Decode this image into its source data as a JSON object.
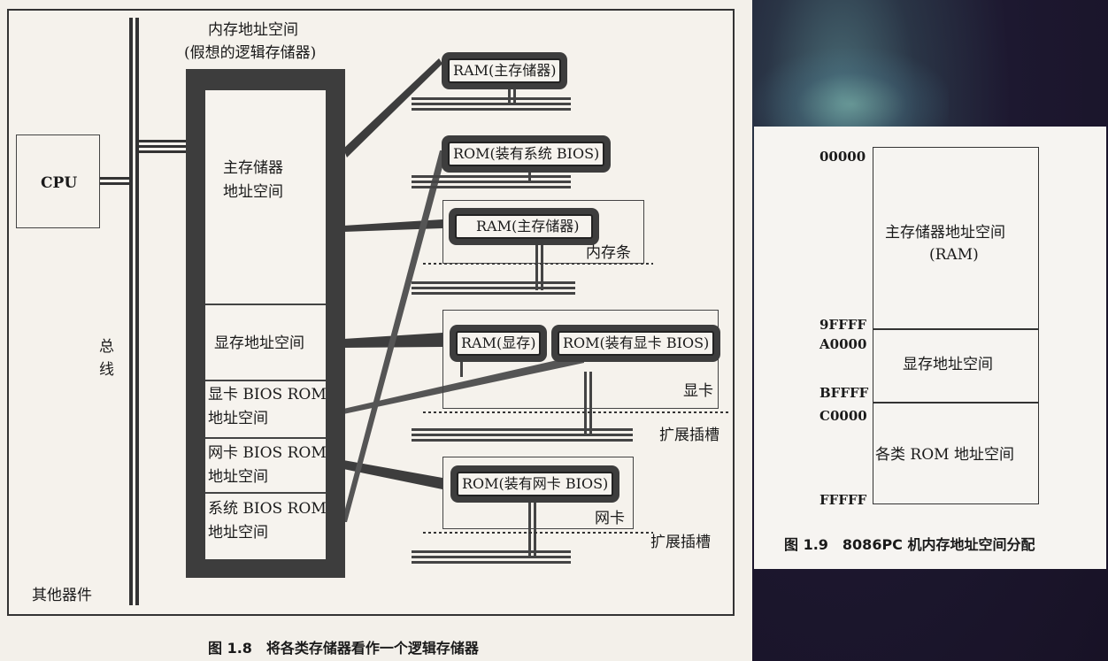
{
  "fig8": {
    "cpu": "CPU",
    "bus_label_1": "总",
    "bus_label_2": "线",
    "other": "其他器件",
    "space_title_1": "内存地址空间",
    "space_title_2": "(假想的逻辑存储器)",
    "seg_main_1": "主存储器",
    "seg_main_2": "地址空间",
    "seg_video": "显存地址空间",
    "seg_vbios_1": "显卡 BIOS ROM",
    "seg_vbios_2": "地址空间",
    "seg_nbios_1": "网卡 BIOS ROM",
    "seg_nbios_2": "地址空间",
    "seg_sbios_1": "系统 BIOS ROM",
    "seg_sbios_2": "地址空间",
    "chip_ram_main": "RAM(主存储器)",
    "chip_rom_sys": "ROM(装有系统 BIOS)",
    "chip_ram_module": "RAM(主存储器)",
    "label_module": "内存条",
    "chip_ram_video": "RAM(显存)",
    "chip_rom_video": "ROM(装有显卡 BIOS)",
    "label_vcard": "显卡",
    "label_slot1": "扩展插槽",
    "chip_rom_net": "ROM(装有网卡 BIOS)",
    "label_ncard": "网卡",
    "label_slot2": "扩展插槽",
    "caption": "图 1.8　将各类存储器看作一个逻辑存储器"
  },
  "fig9": {
    "addr_0": "00000",
    "addr_1": "9FFFF",
    "addr_2": "A0000",
    "addr_3": "BFFFF",
    "addr_4": "C0000",
    "addr_5": "FFFFF",
    "block_main_1": "主存储器地址空间",
    "block_main_2": "(RAM)",
    "block_video": "显存地址空间",
    "block_rom": "各类 ROM 地址空间",
    "caption": "图 1.9　8086PC 机内存地址空间分配"
  }
}
